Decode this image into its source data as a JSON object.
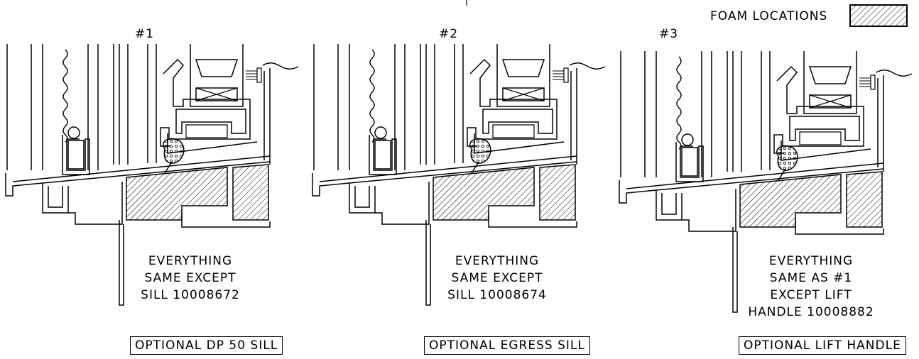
{
  "legend": {
    "label": "FOAM LOCATIONS"
  },
  "details": [
    {
      "number": "#1",
      "note_lines": [
        "EVERYTHING",
        "SAME EXCEPT",
        "SILL 10008672"
      ],
      "caption": "OPTIONAL DP 50 SILL"
    },
    {
      "number": "#2",
      "note_lines": [
        "EVERYTHING",
        "SAME EXCEPT",
        "SILL 10008674"
      ],
      "caption": "OPTIONAL EGRESS SILL"
    },
    {
      "number": "#3",
      "note_lines": [
        "EVERYTHING",
        "SAME AS #1",
        "EXCEPT LIFT",
        "HANDLE 10008882"
      ],
      "caption": "OPTIONAL LIFT HANDLE"
    }
  ]
}
